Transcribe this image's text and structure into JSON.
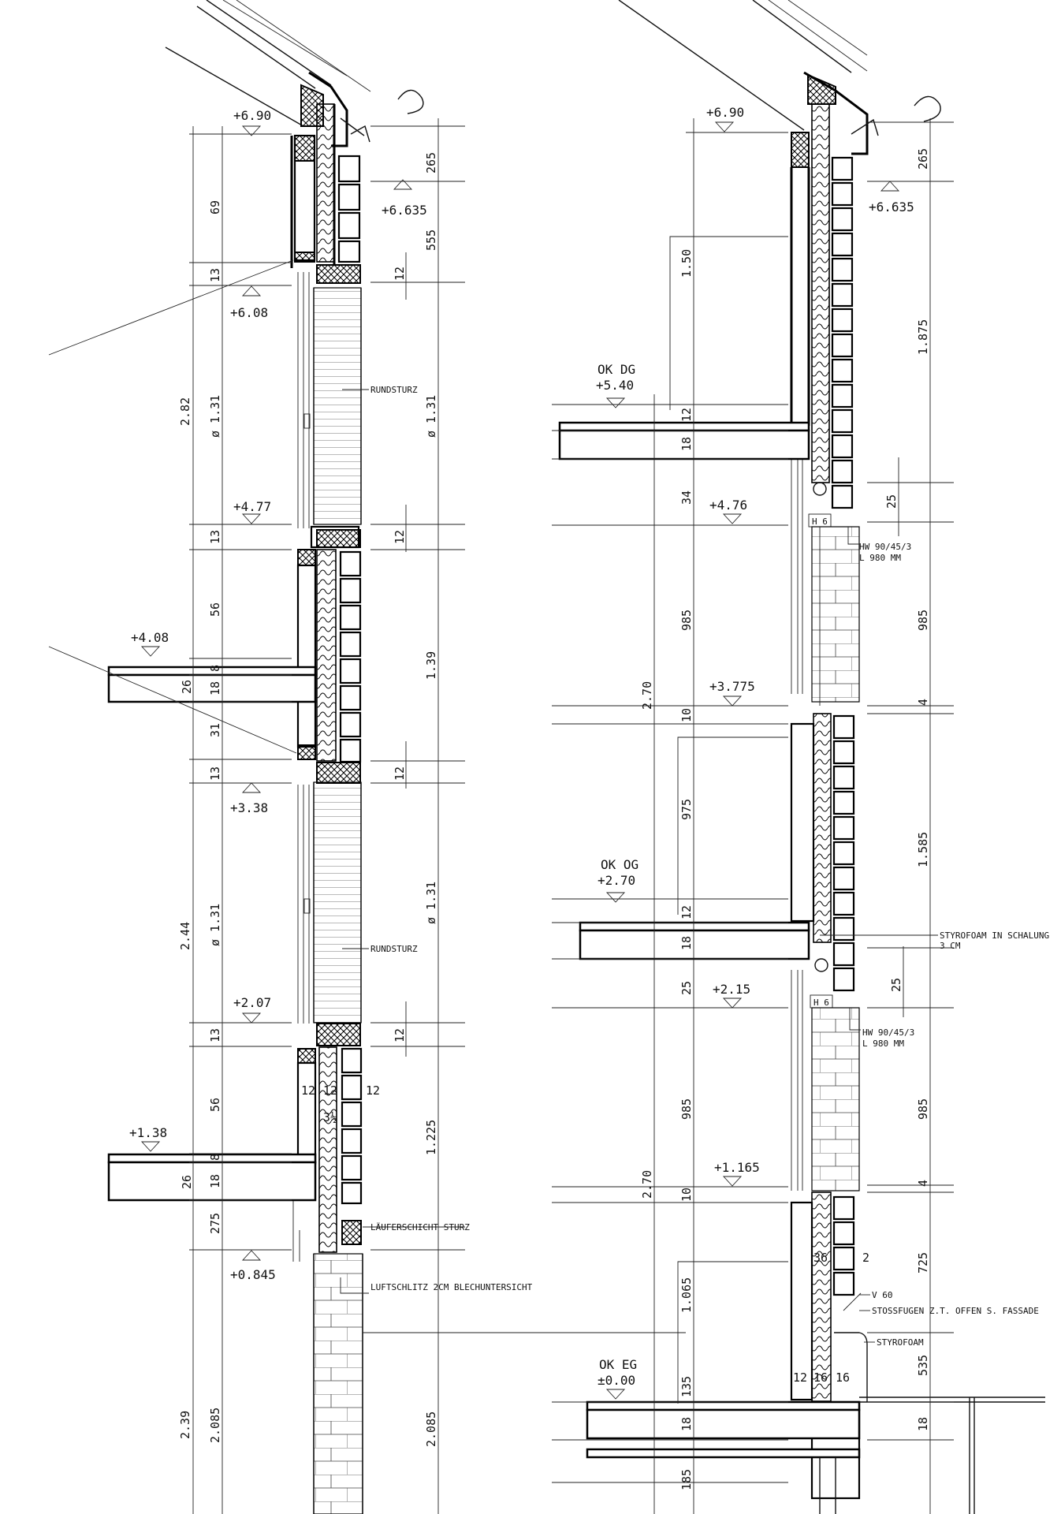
{
  "left_section": {
    "levels": [
      {
        "text": "+6.90",
        "sub": ""
      },
      {
        "text": "+6.635",
        "sub": ""
      },
      {
        "text": "+6.08",
        "sub": ""
      },
      {
        "text": "+4.77",
        "sub": ""
      },
      {
        "text": "+4.08",
        "sub": ""
      },
      {
        "text": "+3.38",
        "sub": ""
      },
      {
        "text": "+2.07",
        "sub": ""
      },
      {
        "text": "+1.38",
        "sub": ""
      },
      {
        "text": "+0.845",
        "sub": ""
      }
    ],
    "dims_outer": [
      "2.82",
      "2.44",
      "2.39"
    ],
    "dims_inner": [
      "69",
      "13",
      "ø 1.31",
      "13",
      "56",
      "8",
      "18",
      "31",
      "13",
      "ø 1.31",
      "13",
      "56",
      "8",
      "18",
      "275",
      "2.085",
      "26",
      "26"
    ],
    "dims_right": [
      "265",
      "555",
      "12",
      "ø 1.31",
      "12",
      "1.39",
      "12",
      "ø 1.31",
      "12",
      "1.225",
      "2.085"
    ],
    "wall_dims": [
      "12",
      "12",
      "12",
      "3½"
    ],
    "notes": [
      "RUNDSTURZ",
      "RUNDSTURZ",
      "LÄUFERSCHICHT STURZ",
      "LUFTSCHLITZ 2CM BLECHUNTERSICHT"
    ]
  },
  "right_section": {
    "levels": [
      {
        "label": "",
        "text": "+6.90"
      },
      {
        "label": "",
        "text": "+6.635"
      },
      {
        "label": "OK DG",
        "text": "+5.40"
      },
      {
        "label": "",
        "text": "+4.76"
      },
      {
        "label": "",
        "text": "+3.775"
      },
      {
        "label": "OK OG",
        "text": "+2.70"
      },
      {
        "label": "",
        "text": "+2.15"
      },
      {
        "label": "",
        "text": "+1.165"
      },
      {
        "label": "OK EG",
        "text": "±0.00"
      }
    ],
    "dims_left": [
      "1.50",
      "12",
      "18",
      "34",
      "985",
      "2.70",
      "10",
      "975",
      "12",
      "18",
      "25",
      "985",
      "2.70",
      "10",
      "1.065",
      "135",
      "18",
      "185"
    ],
    "dims_right": [
      "265",
      "1.875",
      "25",
      "985",
      "4",
      "1.585",
      "25",
      "985",
      "4",
      "725",
      "535",
      "18"
    ],
    "wall_dims": [
      "12",
      "16",
      "16",
      "36",
      "2"
    ],
    "tags": [
      "H 6",
      "H 6"
    ],
    "notes": [
      "HW 90/45/3",
      "L 980 MM",
      "STYROFOAM IN SCHALUNG",
      "3 CM",
      "HW 90/45/3",
      "L 980 MM",
      "V 60",
      "STOSSFUGEN Z.T. OFFEN S. FASSADE",
      "STYROFOAM"
    ]
  }
}
